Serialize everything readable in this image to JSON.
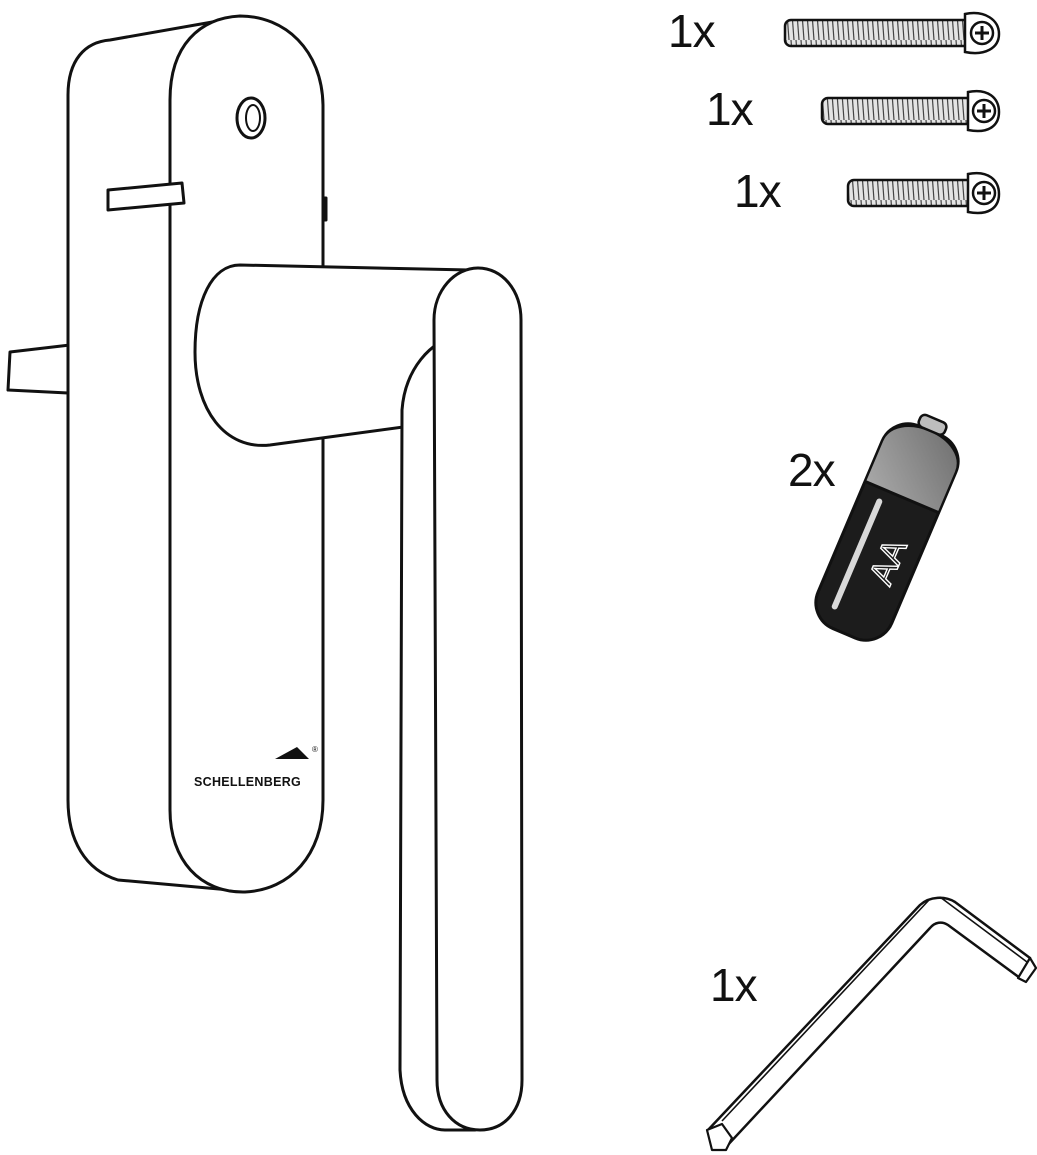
{
  "handle": {
    "brand": "SCHELLENBERG",
    "registered_mark": "®"
  },
  "parts": {
    "screw_long": {
      "quantity": "1x"
    },
    "screw_medium": {
      "quantity": "1x"
    },
    "screw_short": {
      "quantity": "1x"
    },
    "battery": {
      "quantity": "2x",
      "label": "AA"
    },
    "hex_key": {
      "quantity": "1x"
    }
  },
  "colors": {
    "line": "#111111",
    "battery_body": "#1c1c1c",
    "battery_cap": "#8c8c8c",
    "screw_fill": "#dedede"
  }
}
